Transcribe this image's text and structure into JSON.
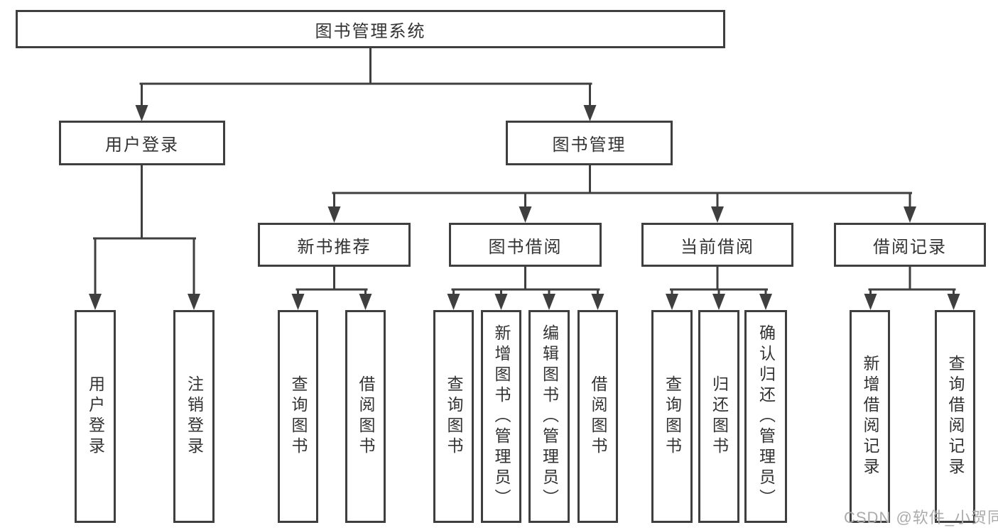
{
  "diagram": {
    "root": "图书管理系统",
    "level2": [
      {
        "label": "用户登录",
        "children": [
          {
            "label": "用户登录"
          },
          {
            "label": "注销登录"
          }
        ]
      },
      {
        "label": "图书管理",
        "children": [
          {
            "label": "新书推荐",
            "children": [
              {
                "label": "查询图书"
              },
              {
                "label": "借阅图书"
              }
            ]
          },
          {
            "label": "图书借阅",
            "children": [
              {
                "label": "查询图书"
              },
              {
                "label": "新增图书（管理员）"
              },
              {
                "label": "编辑图书（管理员）"
              },
              {
                "label": "借阅图书"
              }
            ]
          },
          {
            "label": "当前借阅",
            "children": [
              {
                "label": "查询图书"
              },
              {
                "label": "归还图书"
              },
              {
                "label": "确认归还（管理员）"
              }
            ]
          },
          {
            "label": "借阅记录",
            "children": [
              {
                "label": "新增借阅记录"
              },
              {
                "label": "查询借阅记录"
              }
            ]
          }
        ]
      }
    ]
  },
  "watermark": {
    "text": "CSDN @软件_小贺同学"
  },
  "colors": {
    "line": "#3f3f3f",
    "text": "#333333",
    "watermark": "#ababab",
    "background": "#ffffff"
  }
}
